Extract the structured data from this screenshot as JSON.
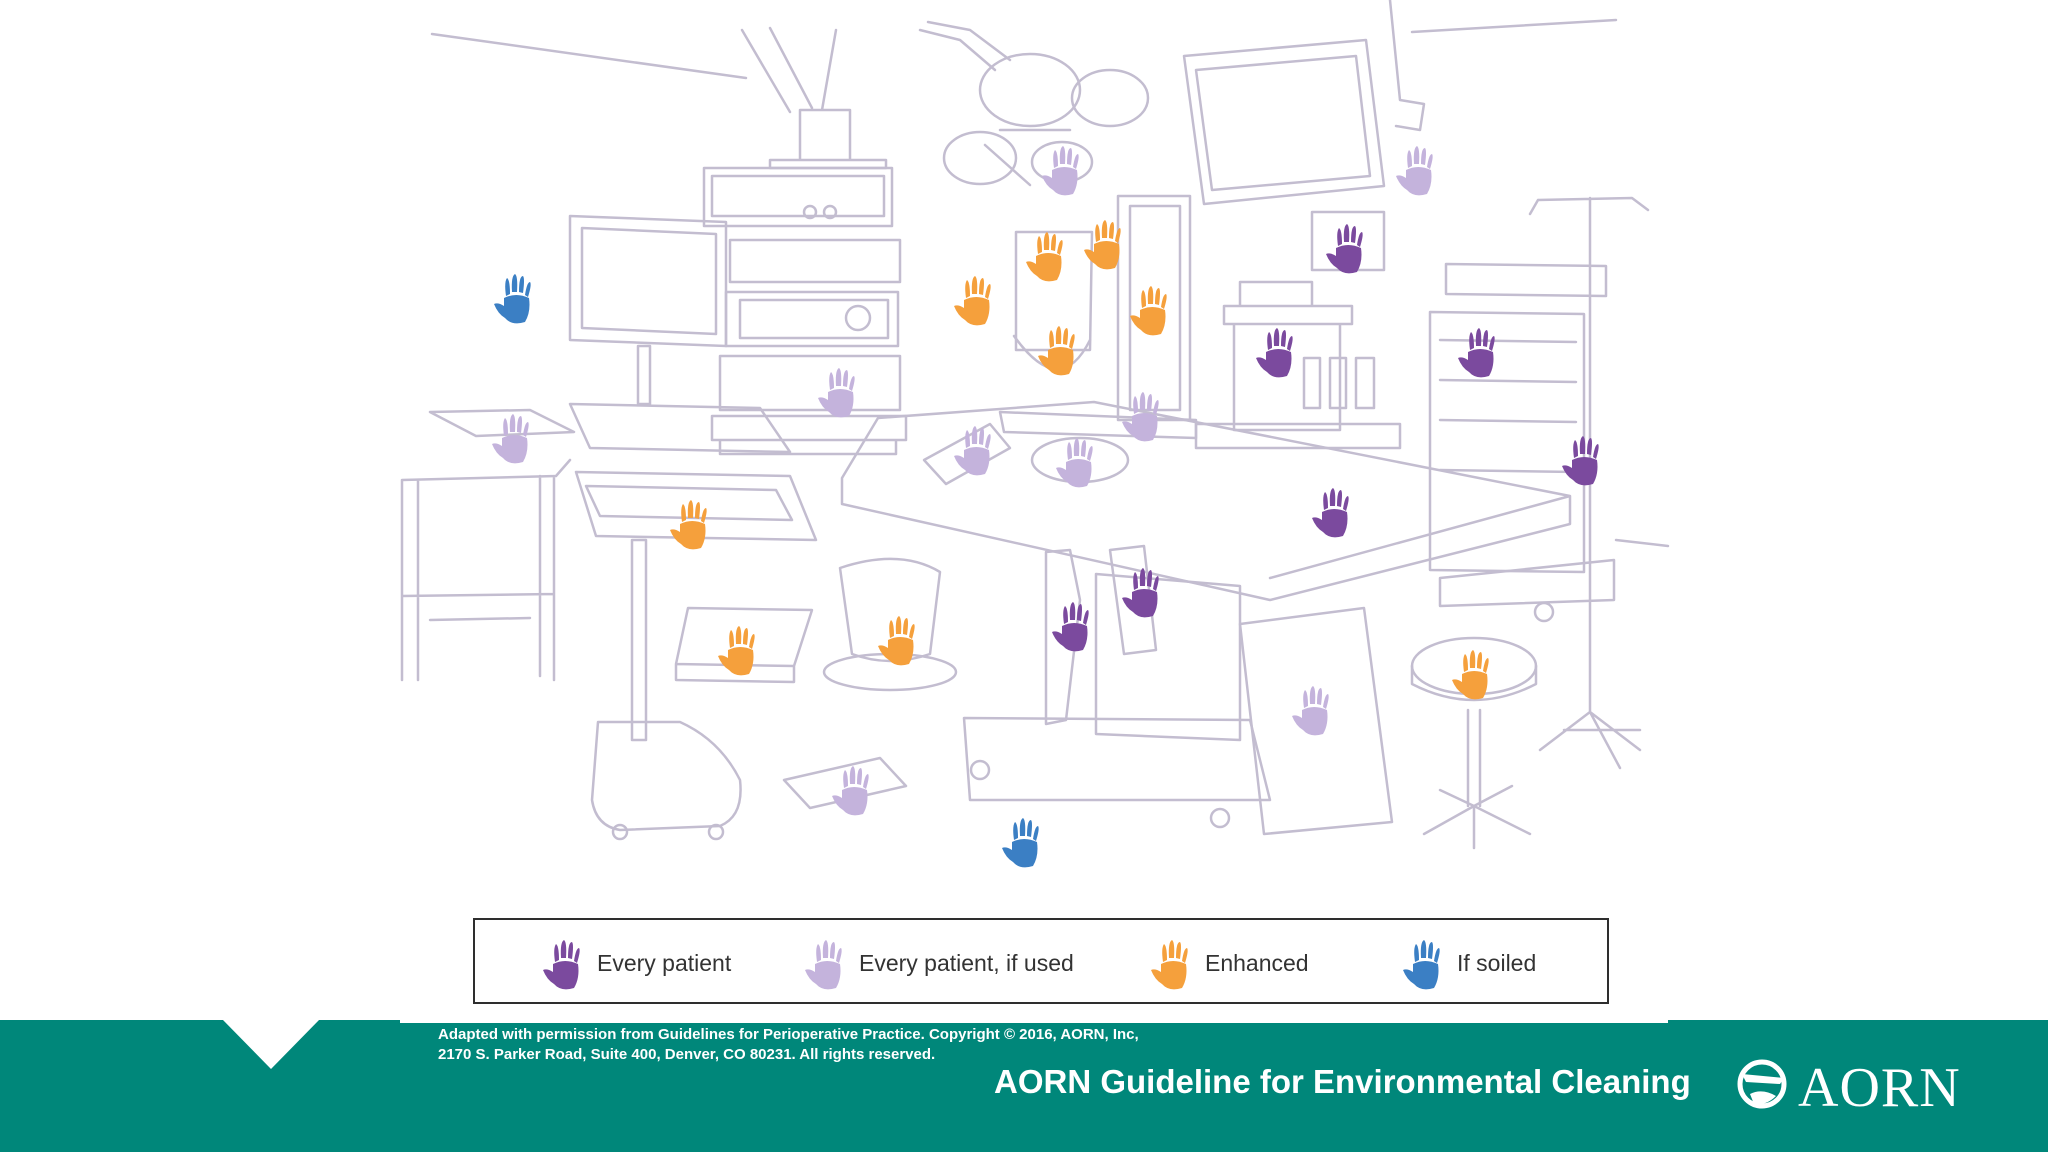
{
  "colors": {
    "every_patient": "#7b4a9e",
    "every_patient_if_used": "#c4b3dc",
    "enhanced": "#f5a03c",
    "if_soiled": "#3b7fc4",
    "line": "#c3bdd0",
    "footer": "#00877a"
  },
  "legend": [
    {
      "label": "Every patient",
      "category": "every_patient"
    },
    {
      "label": "Every patient, if used",
      "category": "every_patient_if_used"
    },
    {
      "label": "Enhanced",
      "category": "enhanced"
    },
    {
      "label": "If soiled",
      "category": "if_soiled"
    }
  ],
  "footer": {
    "attribution_line1": "Adapted with permission from Guidelines for Perioperative Practice. Copyright © 2016, AORN, Inc,",
    "attribution_line2": "2170 S. Parker Road, Suite 400, Denver, CO 80231. All rights reserved.",
    "title": "AORN Guideline for Environmental Cleaning",
    "logo_text": "AORN"
  }
}
